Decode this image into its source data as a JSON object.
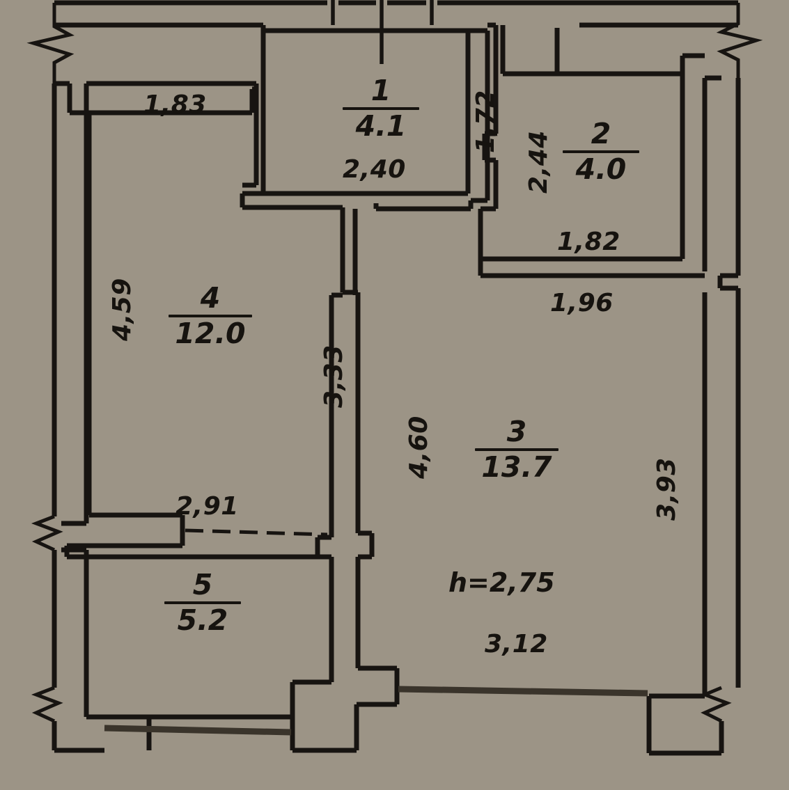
{
  "document": {
    "kind": "apartment-floor-plan",
    "ceiling_height_note": "h=2,75"
  },
  "rooms": [
    {
      "id": "room-1",
      "number": "1",
      "area": "4.1"
    },
    {
      "id": "room-2",
      "number": "2",
      "area": "4.0"
    },
    {
      "id": "room-3",
      "number": "3",
      "area": "13.7"
    },
    {
      "id": "room-4",
      "number": "4",
      "area": "12.0"
    },
    {
      "id": "room-5",
      "number": "5",
      "area": "5.2"
    }
  ],
  "dimensions": {
    "room4_top": "1,83",
    "room4_left": "4,59",
    "room4_right": "3,33",
    "room1_width": "2,40",
    "room1_right": "1,72",
    "room2_left": "2,44",
    "room2_bottom": "1,82",
    "hall_right_top": "1,96",
    "room3_left": "4,60",
    "room3_right": "3,93",
    "room3_bottom": "3,12",
    "room5_top": "2,91"
  },
  "colors": {
    "background": "#9c9486",
    "floor_fill": "#a39b8d",
    "wall_stroke": "#171411",
    "window_stroke": "#3a342b",
    "text": "#16130f"
  }
}
